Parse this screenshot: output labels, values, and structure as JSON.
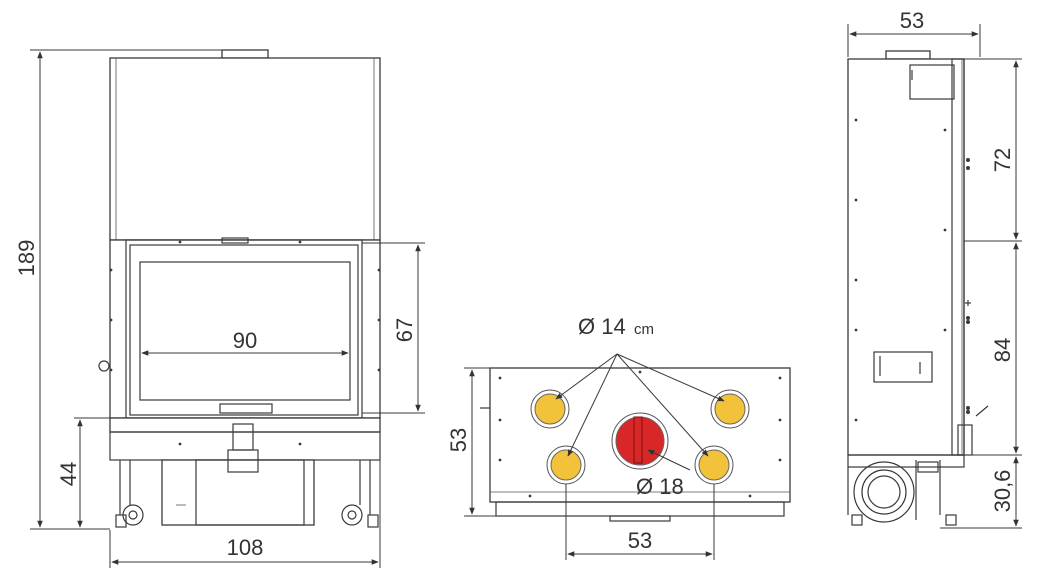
{
  "front": {
    "height_total": "189",
    "width_total": "108",
    "glass_width": "90",
    "glass_height": "67",
    "base_height": "44"
  },
  "top": {
    "small_duct": "Ø 14",
    "small_duct_unit": "cm",
    "large_duct": "Ø 18",
    "depth": "53",
    "spacing": "53",
    "colors": {
      "small": "#f2c23a",
      "large": "#d92727"
    }
  },
  "side": {
    "depth_top": "53",
    "upper_height": "72",
    "middle_height": "84",
    "lower_height": "30,6"
  }
}
